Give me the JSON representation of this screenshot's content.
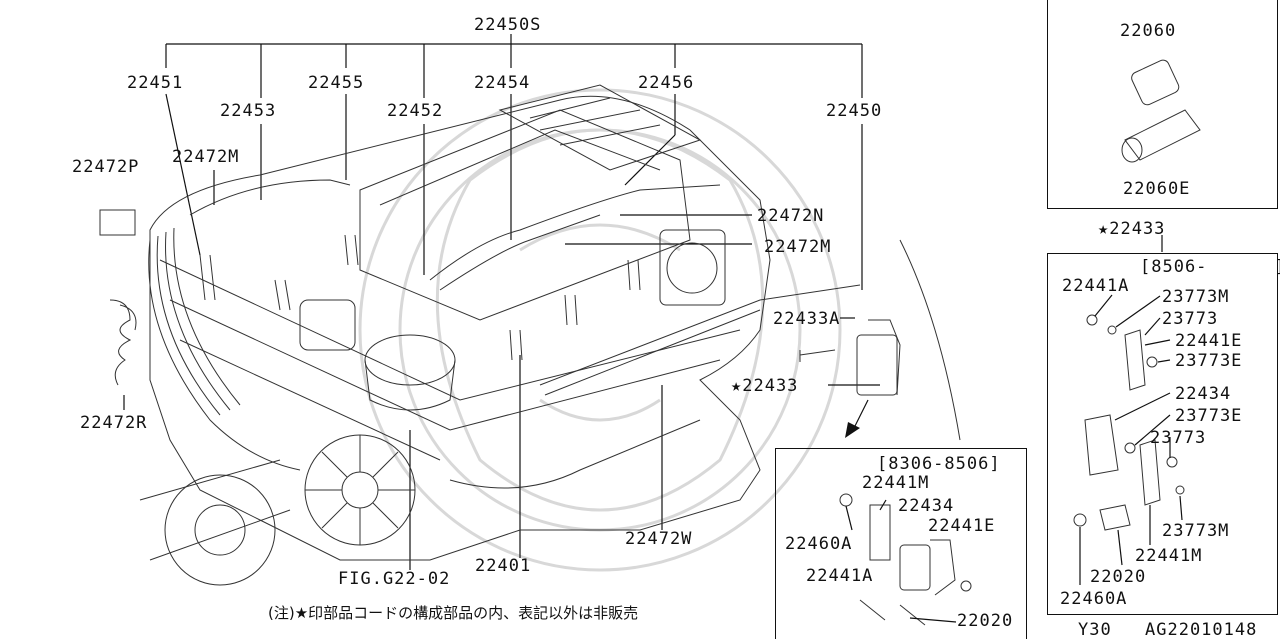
{
  "diagram": {
    "top_group_label": "22450S",
    "parts": {
      "p22451": "22451",
      "p22453": "22453",
      "p22455": "22455",
      "p22452": "22452",
      "p22454": "22454",
      "p22456": "22456",
      "p22450": "22450",
      "p22472P": "22472P",
      "p22472M_left": "22472M",
      "p22472N": "22472N",
      "p22472M_right": "22472M",
      "p22433A": "22433A",
      "p22433_star": "★22433",
      "p22472R": "22472R",
      "p22472W": "22472W",
      "p22401": "22401",
      "fig_ref": "FIG.G22-02"
    },
    "note": "(注)★印部品コードの構成部品の内、表記以外は非販売",
    "inset_bottom": {
      "range": "[8306-8506]",
      "p22441M": "22441M",
      "p22434": "22434",
      "p22441E": "22441E",
      "p22460A": "22460A",
      "p22441A": "22441A",
      "p22020": "22020"
    },
    "inset_top_right": {
      "p22060": "22060",
      "p22060E": "22060E"
    },
    "inset_right_header": "★22433",
    "inset_right": {
      "range": "[8506-      ]",
      "p22441A": "22441A",
      "p23773M_a": "23773M",
      "p23773_a": "23773",
      "p22441E": "22441E",
      "p23773E_a": "23773E",
      "p22434": "22434",
      "p23773E_b": "23773E",
      "p23773_b": "23773",
      "p23773M_b": "23773M",
      "p22441M": "22441M",
      "p22020": "22020",
      "p22460A": "22460A"
    },
    "footer": {
      "model": "Y30",
      "code": "AG22010148"
    }
  }
}
